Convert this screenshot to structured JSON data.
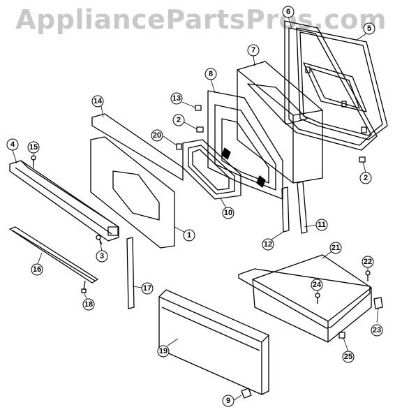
{
  "watermark": "AppliancePartsPros.com",
  "parts": {
    "p1": "1",
    "p2a": "2",
    "p2b": "2",
    "p3": "3",
    "p4": "4",
    "p5": "5",
    "p6": "6",
    "p7": "7",
    "p8": "8",
    "p9": "9",
    "p10": "10",
    "p11": "11",
    "p12": "12",
    "p13": "13",
    "p14": "14",
    "p15": "15",
    "p16": "16",
    "p17": "17",
    "p18": "18",
    "p19": "19",
    "p20": "20",
    "p21": "21",
    "p22": "22",
    "p23": "23",
    "p24": "24",
    "p25": "25"
  }
}
